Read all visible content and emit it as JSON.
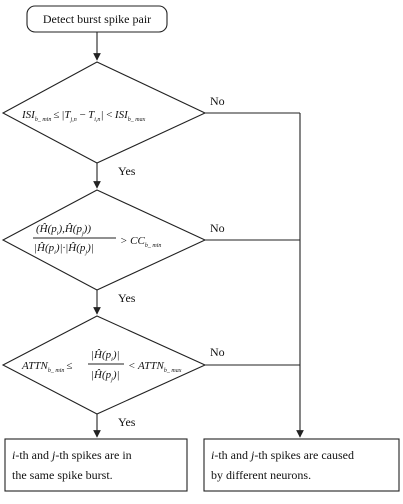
{
  "start": {
    "label": "Detect burst spike pair"
  },
  "decisions": [
    {
      "isi_prefix": "ISI",
      "isi_min_sub": "b_ min",
      "leq": "≤",
      "abs_open": "|",
      "t_a": "T",
      "t_a_sub": "j,n",
      "minus": "−",
      "t_b": "T",
      "t_b_sub": "i,n",
      "abs_close": "|",
      "lt": "<",
      "isi_suffix": "ISI",
      "isi_max_sub": "b_ max",
      "yes": "Yes",
      "no": "No"
    },
    {
      "numerator": "(Ĥ(p",
      "num_i": "i",
      "num_mid": "),Ĥ(p",
      "num_j": "j",
      "num_end": "))",
      "den_a": "|Ĥ(p",
      "den_i": "i",
      "den_mid": ")|·|Ĥ(p",
      "den_j": "j",
      "den_end": ")|",
      "gt": "> CC",
      "cc_sub": "b_ min",
      "yes": "Yes",
      "no": "No"
    },
    {
      "attn_min": "ATTN",
      "attn_min_sub": "b_ min",
      "leq": "≤",
      "frac_num": "|Ĥ(p",
      "frac_num_sub": "i",
      "frac_num_end": ")|",
      "frac_den": "|Ĥ(p",
      "frac_den_sub": "j",
      "frac_den_end": ")|",
      "lt": "< ATTN",
      "attn_max_sub": "b_ max",
      "yes": "Yes",
      "no": "No"
    }
  ],
  "outcomes": {
    "same_burst": {
      "i": "i",
      "line1_a": "-th and ",
      "j": "j",
      "line1_b": "-th spikes are in",
      "line2": "the same spike burst."
    },
    "different_neurons": {
      "i": "i",
      "line1_a": "-th and ",
      "j": "j",
      "line1_b": "-th spikes are caused",
      "line2": "by different neurons."
    }
  }
}
